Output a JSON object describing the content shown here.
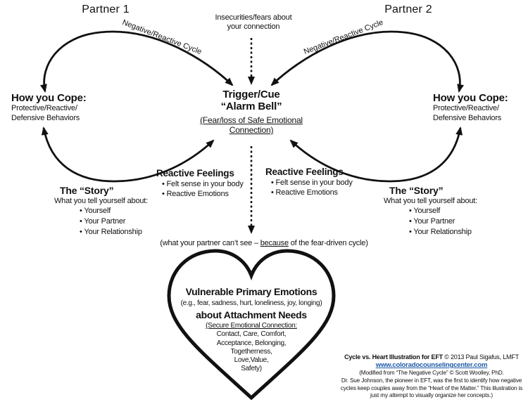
{
  "header": {
    "partner1": "Partner 1",
    "partner2": "Partner 2",
    "insecurities_line1": "Insecurities/fears about",
    "insecurities_line2": "your connection"
  },
  "cycle_labels": {
    "left": "Negative/Reactive Cycle",
    "right": "Negative/Reactive Cycle"
  },
  "cope_left": {
    "title": "How you Cope:",
    "line1": "Protective/Reactive/",
    "line2": "Defensive Behaviors"
  },
  "cope_right": {
    "title": "How you Cope:",
    "line1": "Protective/Reactive/",
    "line2": "Defensive Behaviors"
  },
  "trigger": {
    "title": "Trigger/Cue",
    "subtitle": "“Alarm Bell”",
    "detail_line1": "(Fear/loss of Safe Emotional",
    "detail_line2": "Connection)"
  },
  "reactive_left": {
    "title": "Reactive Feelings",
    "bullets": [
      "Felt sense in your body",
      "Reactive Emotions"
    ]
  },
  "reactive_right": {
    "title": "Reactive Feelings",
    "bullets": [
      "Felt sense in your body",
      "Reactive Emotions"
    ]
  },
  "story_left": {
    "title": "The “Story”",
    "subtitle": "What you tell yourself about:",
    "bullets": [
      "Yourself",
      "Your Partner",
      "Your Relationship"
    ]
  },
  "story_right": {
    "title": "The “Story”",
    "subtitle": "What you tell yourself about:",
    "bullets": [
      "Yourself",
      "Your Partner",
      "Your Relationship"
    ]
  },
  "hidden_note": {
    "prefix": "(what your partner can’t see – ",
    "underlined": "because",
    "suffix": " of the fear-driven cycle)"
  },
  "heart": {
    "title": "Vulnerable Primary Emotions",
    "examples": "(e.g., fear, sadness, hurt, loneliness, joy, longing)",
    "subtitle": "about Attachment Needs",
    "needs_intro": "(Secure Emotional Connection:",
    "needs_lines": [
      "Contact, Care, Comfort,",
      "Acceptance, Belonging,",
      "Togetherness,",
      "Love,Value,",
      "Safety)"
    ]
  },
  "attribution": {
    "title_bold": "Cycle vs. Heart Illustration for EFT",
    "title_rest": " © 2013 Paul Sigafus, LMFT",
    "link": "www.coloradocounselingcenter.com",
    "link_color": "#1f5aa8",
    "line3": "(Modified from “The Negative Cycle” © Scott Woolley, PhD.",
    "line4": "Dr. Sue Johnson, the pioneer in EFT, was the first to identify how negative",
    "line5": "cycles keep couples away from the “Heart of the Matter.” This illustration is",
    "line6": "just my attempt to visually organize her concepts.)"
  }
}
